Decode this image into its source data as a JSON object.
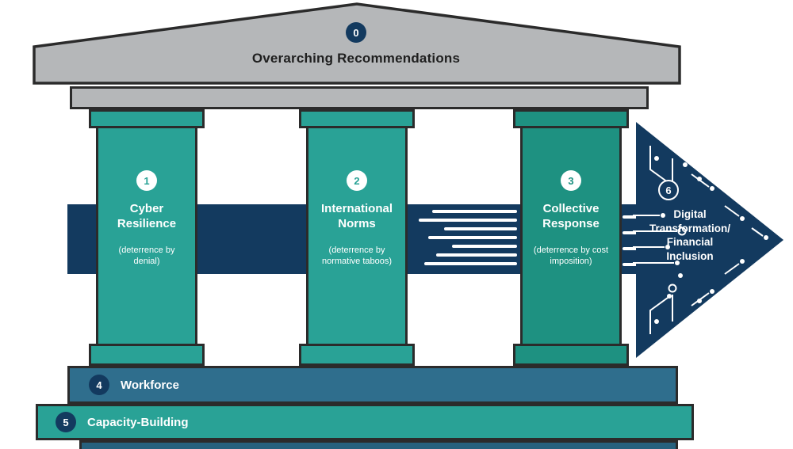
{
  "pediment": {
    "number": "0",
    "title": "Overarching Recommendations"
  },
  "pillars": [
    {
      "number": "1",
      "title": "Cyber Resilience",
      "subtitle": "(deterrence by denial)"
    },
    {
      "number": "2",
      "title": "International Norms",
      "subtitle": "(deterrence by normative taboos)"
    },
    {
      "number": "3",
      "title": "Collective Response",
      "subtitle": "(deterrence by cost imposition)"
    }
  ],
  "arrow": {
    "number": "6",
    "title": "Digital Transformation/ Financial Inclusion"
  },
  "steps": [
    {
      "number": "4",
      "label": "Workforce"
    },
    {
      "number": "5",
      "label": "Capacity-Building"
    }
  ],
  "colors": {
    "teal": "#29a296",
    "teal_dark": "#1e9181",
    "navy": "#133a5f",
    "gray": "#b5b7b9",
    "steel_blue": "#2f6e8d",
    "outline": "#2b2b2b"
  }
}
